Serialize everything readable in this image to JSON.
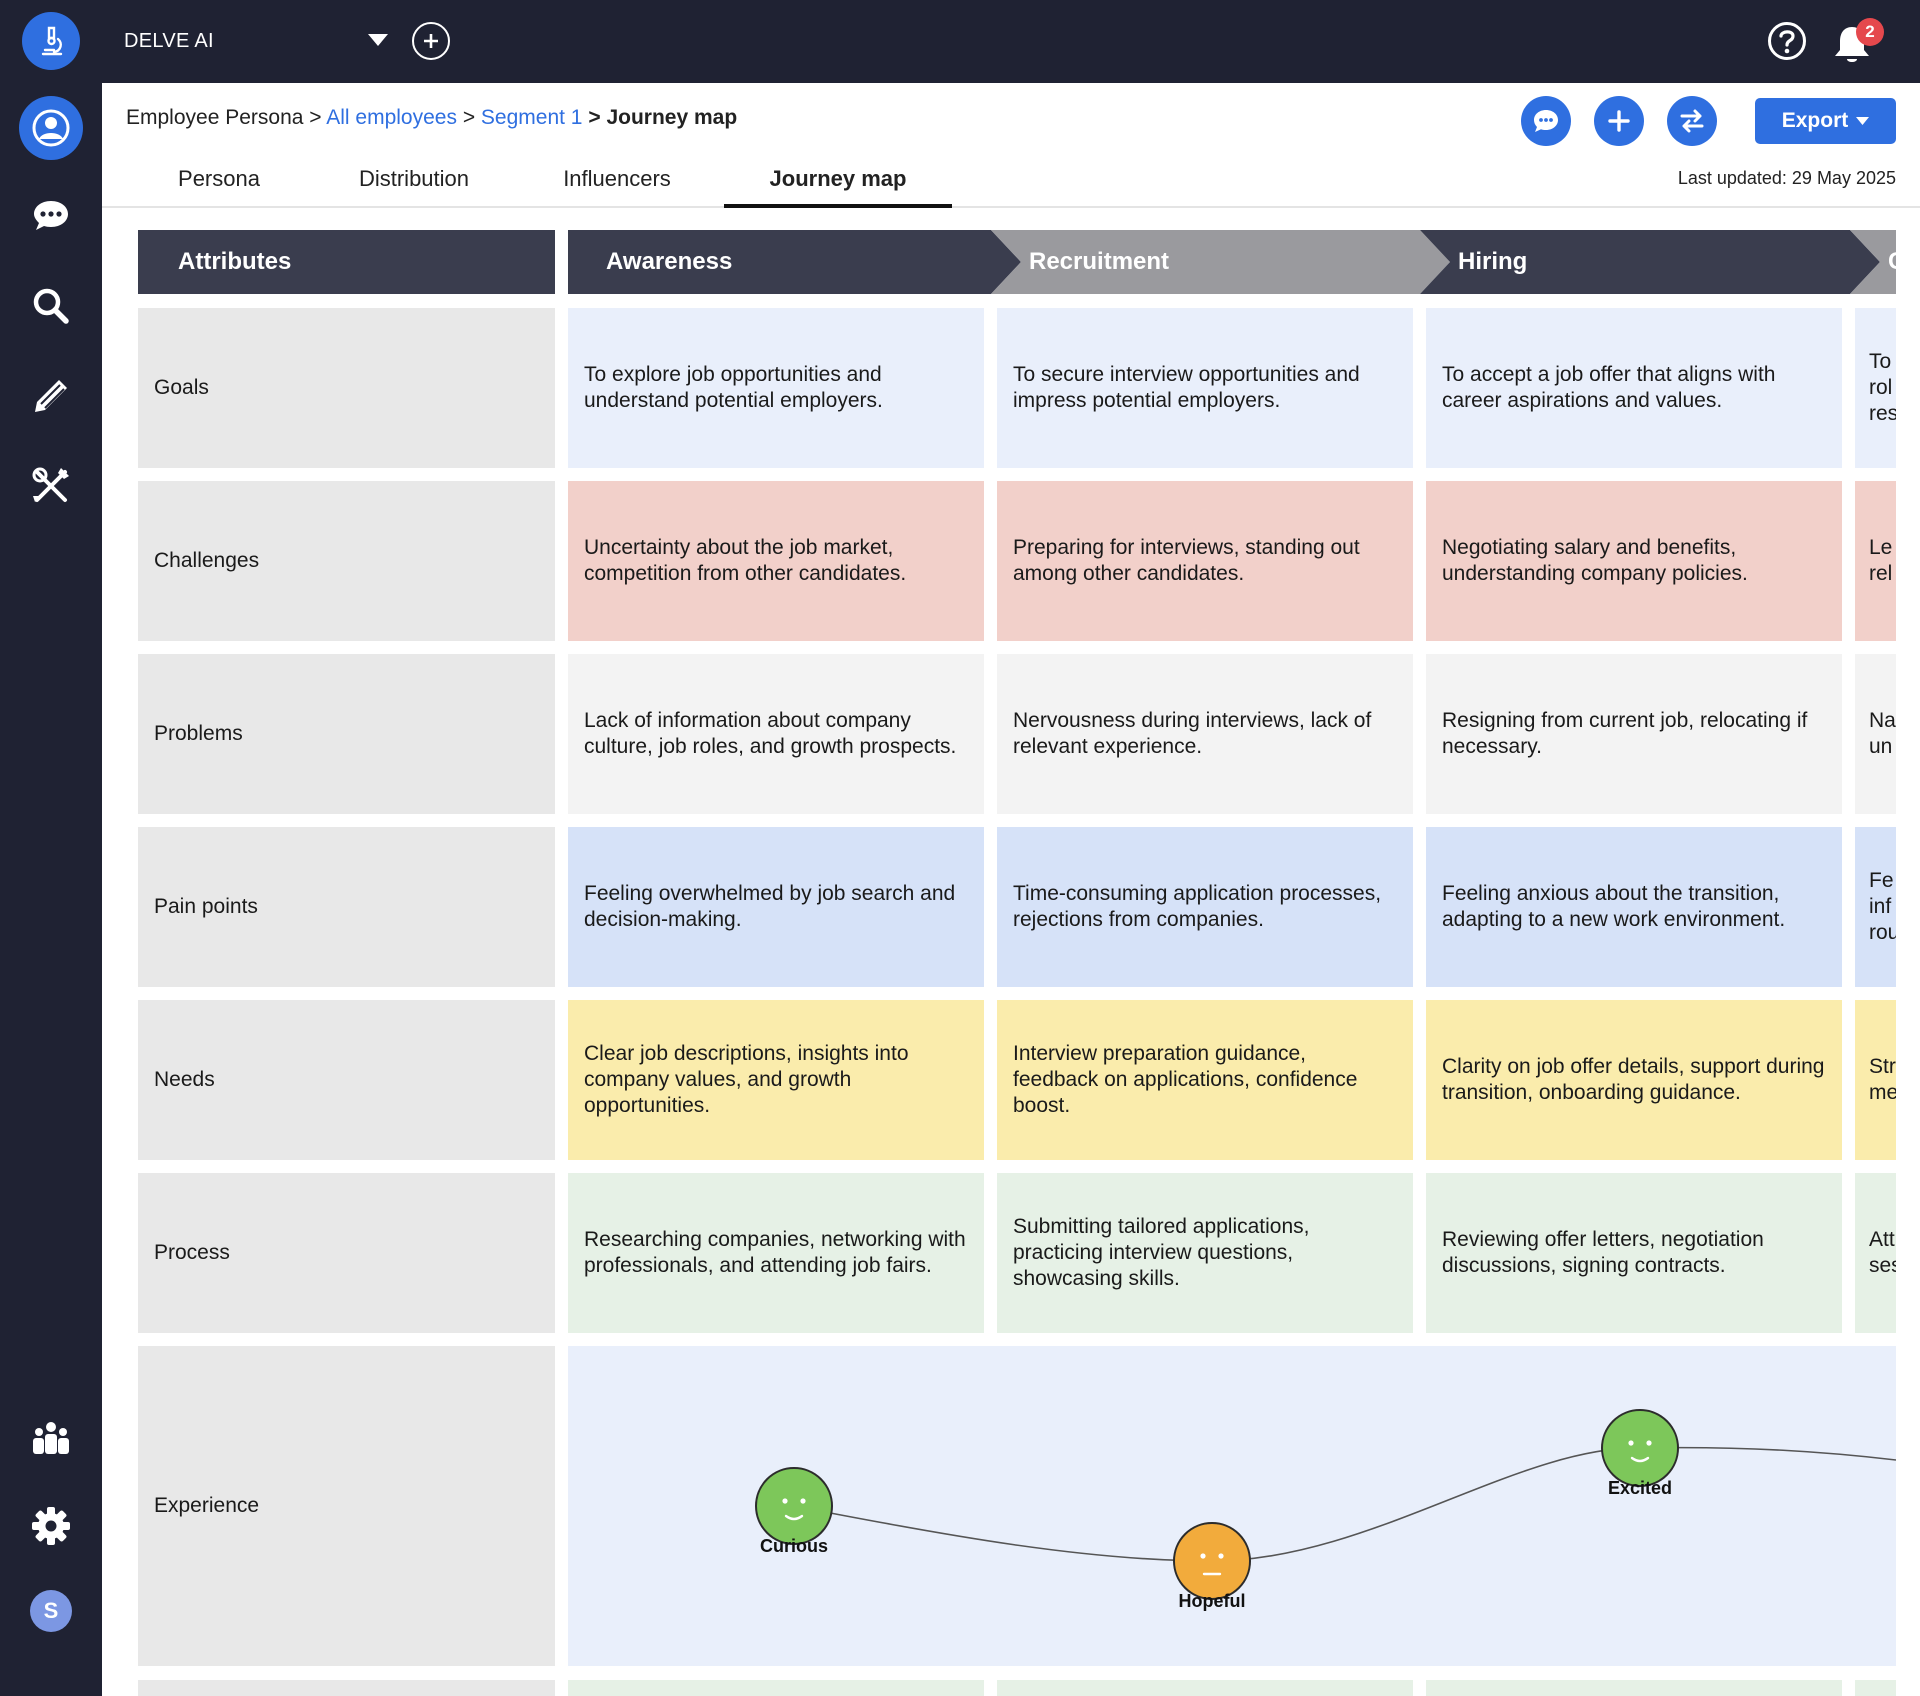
{
  "app": {
    "workspace": "DELVE AI",
    "notification_count": "2"
  },
  "sidebar": {
    "items": [
      {
        "name": "logo",
        "icon": "microscope-icon"
      },
      {
        "name": "persona",
        "icon": "user-circle-icon"
      },
      {
        "name": "chat",
        "icon": "chat-bubble-icon"
      },
      {
        "name": "search",
        "icon": "search-icon"
      },
      {
        "name": "edit",
        "icon": "pencil-icon"
      },
      {
        "name": "tools",
        "icon": "tools-icon"
      },
      {
        "name": "team",
        "icon": "team-icon"
      },
      {
        "name": "settings",
        "icon": "gear-icon"
      },
      {
        "name": "account",
        "icon": "avatar-icon",
        "initial": "S"
      }
    ]
  },
  "breadcrumb": {
    "root": "Employee Persona",
    "sep": ">",
    "link1": "All employees",
    "link2": "Segment 1",
    "current": "Journey map"
  },
  "header": {
    "export_label": "Export",
    "last_updated": "Last updated: 29 May 2025"
  },
  "tabs": [
    "Persona",
    "Distribution",
    "Influencers",
    "Journey map"
  ],
  "active_tab": "Journey map",
  "journey": {
    "attributes_label": "Attributes",
    "stages": [
      "Awareness",
      "Recruitment",
      "Hiring",
      "C"
    ],
    "rows": [
      {
        "label": "Goals",
        "cells": [
          "To explore job opportunities and understand potential employers.",
          "To secure interview opportunities and impress potential employers.",
          "To accept a job offer that aligns with career aspirations and values.",
          "To rol res"
        ]
      },
      {
        "label": "Challenges",
        "cells": [
          "Uncertainty about the job market, competition from other candidates.",
          "Preparing for interviews, standing out among other candidates.",
          "Negotiating salary and benefits, understanding company policies.",
          "Le rel"
        ]
      },
      {
        "label": "Problems",
        "cells": [
          "Lack of information about company culture, job roles, and growth prospects.",
          "Nervousness during interviews, lack of relevant experience.",
          "Resigning from current job, relocating if necessary.",
          "Na un"
        ]
      },
      {
        "label": "Pain points",
        "cells": [
          "Feeling overwhelmed by job search and decision-making.",
          "Time-consuming application processes, rejections from companies.",
          "Feeling anxious about the transition, adapting to a new work environment.",
          "Fe inf rou"
        ]
      },
      {
        "label": "Needs",
        "cells": [
          "Clear job descriptions, insights into company values, and growth opportunities.",
          "Interview preparation guidance, feedback on applications, confidence boost.",
          "Clarity on job offer details, support during transition, onboarding guidance.",
          "Str me"
        ]
      },
      {
        "label": "Process",
        "cells": [
          "Researching companies, networking with professionals, and attending job fairs.",
          "Submitting tailored applications, practicing interview questions, showcasing skills.",
          "Reviewing offer letters, negotiation discussions, signing contracts.",
          "Att ses"
        ]
      }
    ],
    "experience": {
      "label": "Experience",
      "points": [
        {
          "stage": "Awareness",
          "emotion": "Curious",
          "mood": "happy",
          "color": "#7dc75a"
        },
        {
          "stage": "Recruitment",
          "emotion": "Hopeful",
          "mood": "neutral",
          "color": "#f2ab3c"
        },
        {
          "stage": "Hiring",
          "emotion": "Excited",
          "mood": "happy",
          "color": "#7dc75a"
        }
      ]
    }
  },
  "colors": {
    "accent": "#2f6fe0",
    "goals": "#e9effb",
    "challenges": "#f2d0ca",
    "problems": "#f3f3f3",
    "pain_points": "#d6e2f8",
    "needs": "#faecac",
    "process": "#e6f1e6",
    "label": "#e8e8e8",
    "stage_dark": "#3a3d4e",
    "stage_gray": "#9a9a9e"
  }
}
